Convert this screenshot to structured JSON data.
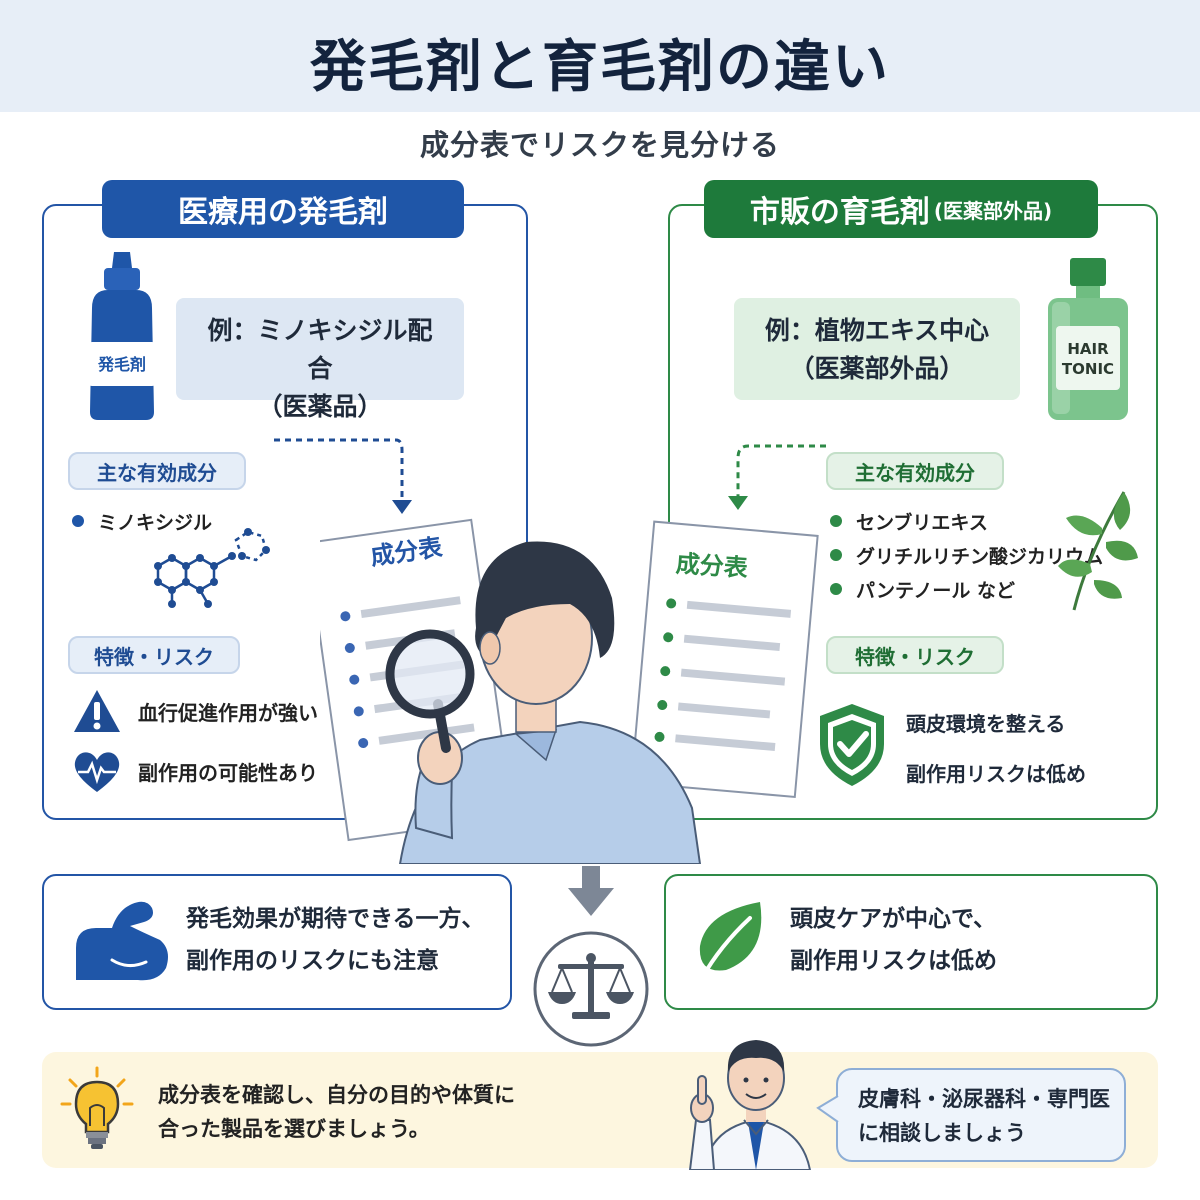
{
  "header": {
    "title": "発毛剤と育毛剤の違い",
    "subtitle": "成分表でリスクを見分ける"
  },
  "left": {
    "tab": "医療用の発毛剤",
    "bottle_label": "発毛剤",
    "example_line1": "例：ミノキシジル配合",
    "example_line2": "（医薬品）",
    "ingredients_pill": "主な有効成分",
    "ingredient": "ミノキシジル",
    "risk_pill": "特徴・リスク",
    "risk_1": "血行促進作用が強い",
    "risk_2": "副作用の可能性あり",
    "document_title": "成分表",
    "card_line1": "発毛効果が期待できる一方、",
    "card_line2": "副作用のリスクにも注意"
  },
  "right": {
    "tab_main": "市販の育毛剤",
    "tab_small": "(医薬部外品)",
    "bottle_label_line1": "HAIR",
    "bottle_label_line2": "TONIC",
    "example_line1": "例：植物エキス中心",
    "example_line2": "（医薬部外品）",
    "ingredients_pill": "主な有効成分",
    "ingredients": [
      "センブリエキス",
      "グリチルリチン酸ジカリウム",
      "パンテノール など"
    ],
    "risk_pill": "特徴・リスク",
    "risk_1": "頭皮環境を整える",
    "risk_2": "副作用リスクは低め",
    "document_title": "成分表",
    "card_line1": "頭皮ケアが中心で、",
    "card_line2": "副作用リスクは低め"
  },
  "tip": {
    "line1": "成分表を確認し、自分の目的や体質に",
    "line2": "合った製品を選びましょう。"
  },
  "speech": {
    "line1": "皮膚科・泌尿器科・専門医",
    "line2": "に相談しましょう"
  },
  "colors": {
    "blue": "#1f56a8",
    "green": "#1e7a3b",
    "header_band": "#e7eef7",
    "tip_bg": "#fdf6df"
  }
}
